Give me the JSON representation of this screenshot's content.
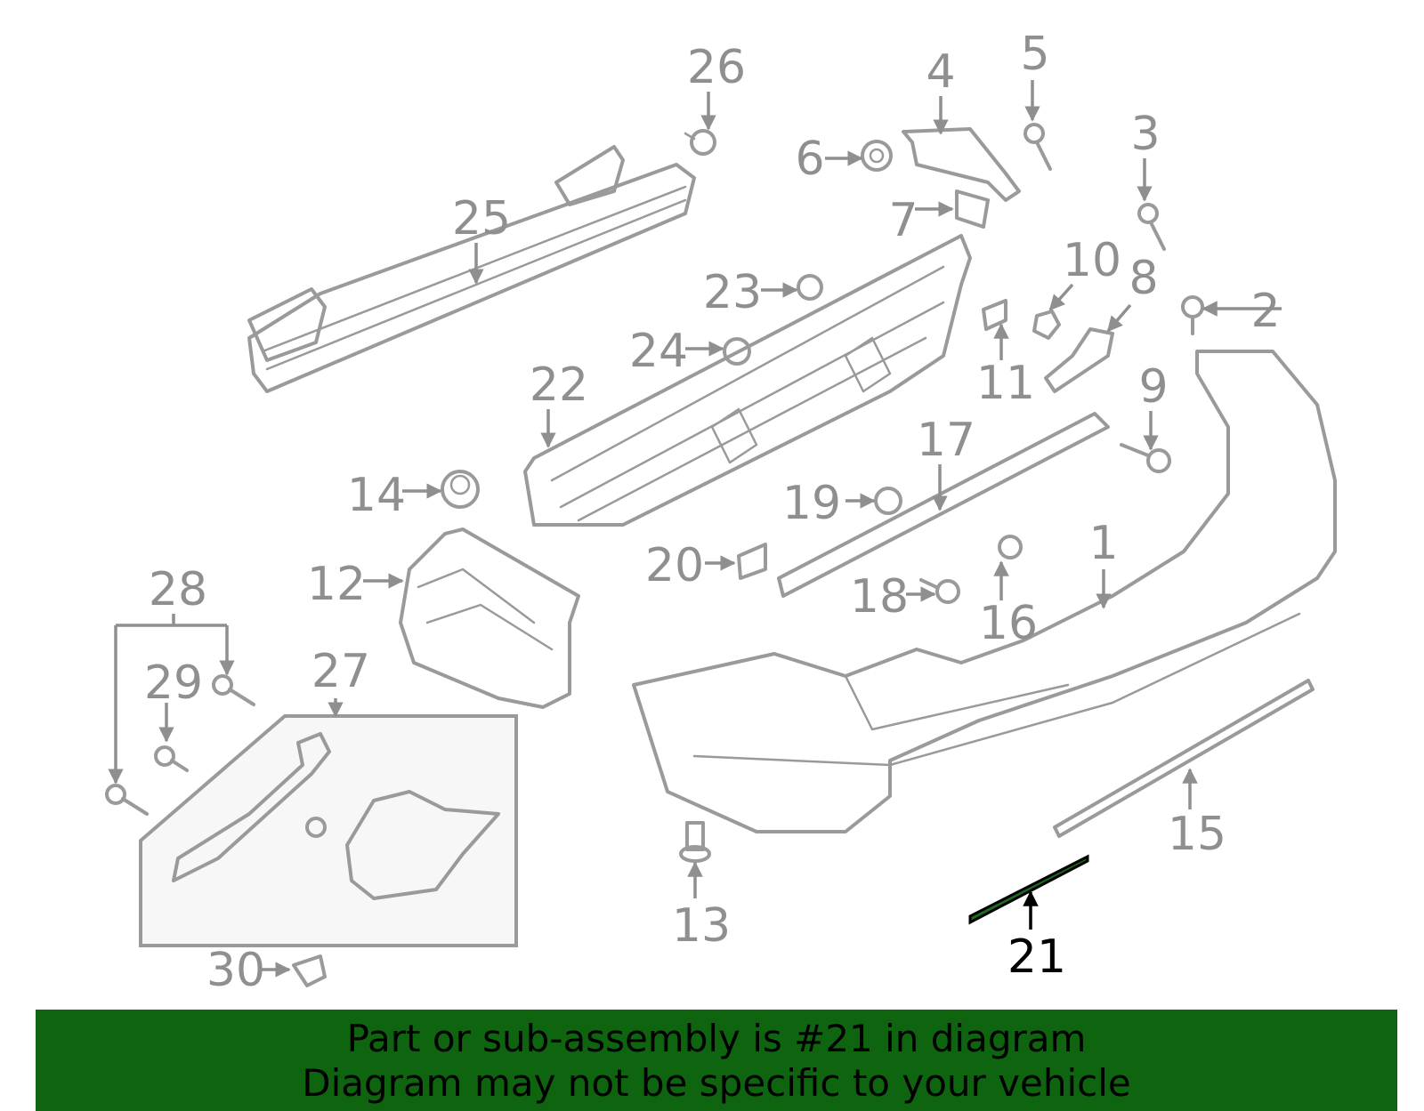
{
  "callouts": [
    {
      "id": "1",
      "label": "1"
    },
    {
      "id": "2",
      "label": "2"
    },
    {
      "id": "3",
      "label": "3"
    },
    {
      "id": "4",
      "label": "4"
    },
    {
      "id": "5",
      "label": "5"
    },
    {
      "id": "6",
      "label": "6"
    },
    {
      "id": "7",
      "label": "7"
    },
    {
      "id": "8",
      "label": "8"
    },
    {
      "id": "9",
      "label": "9"
    },
    {
      "id": "10",
      "label": "10"
    },
    {
      "id": "11",
      "label": "11"
    },
    {
      "id": "12",
      "label": "12"
    },
    {
      "id": "13",
      "label": "13"
    },
    {
      "id": "14",
      "label": "14"
    },
    {
      "id": "15",
      "label": "15"
    },
    {
      "id": "16",
      "label": "16"
    },
    {
      "id": "17",
      "label": "17"
    },
    {
      "id": "18",
      "label": "18"
    },
    {
      "id": "19",
      "label": "19"
    },
    {
      "id": "20",
      "label": "20"
    },
    {
      "id": "21",
      "label": "21"
    },
    {
      "id": "22",
      "label": "22"
    },
    {
      "id": "23",
      "label": "23"
    },
    {
      "id": "24",
      "label": "24"
    },
    {
      "id": "25",
      "label": "25"
    },
    {
      "id": "26",
      "label": "26"
    },
    {
      "id": "27",
      "label": "27"
    },
    {
      "id": "28",
      "label": "28"
    },
    {
      "id": "29",
      "label": "29"
    },
    {
      "id": "30",
      "label": "30"
    }
  ],
  "highlighted_part": "21",
  "colors": {
    "banner": "#0f6410",
    "highlight": "#1e6a1e",
    "parts": "#9a9a9a",
    "labels": "#8f8f8f"
  },
  "banner": {
    "line1": "Part or sub-assembly is #21 in diagram",
    "line2": "Diagram may not be specific to your vehicle"
  }
}
